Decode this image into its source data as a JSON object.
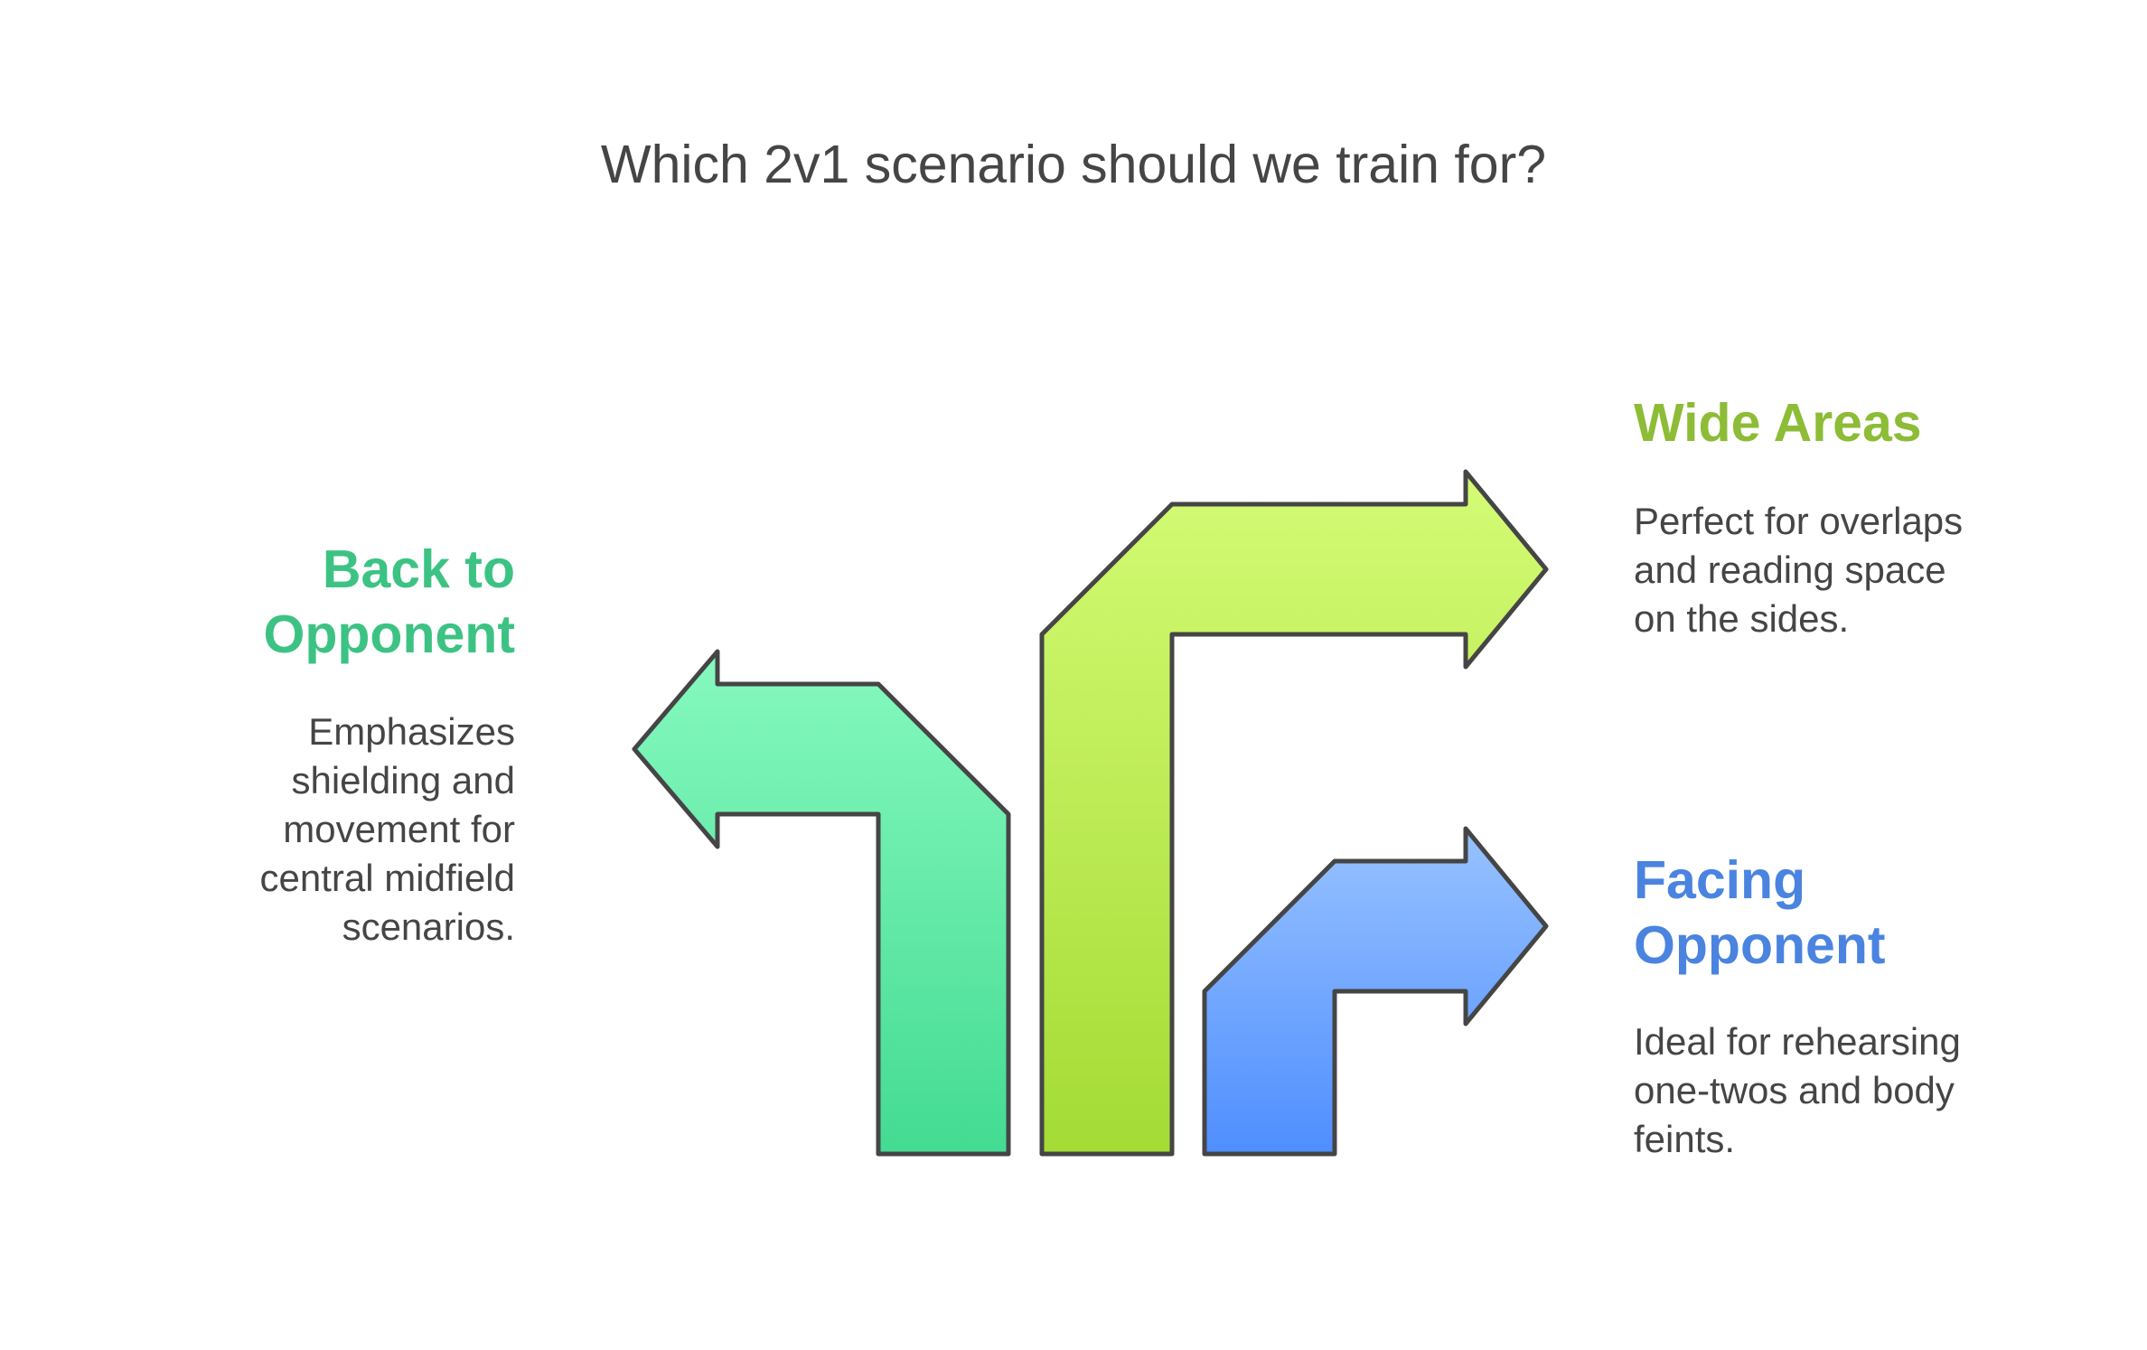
{
  "title": "Which 2v1 scenario should we train for?",
  "options": {
    "back_to_opponent": {
      "heading": "Back to\nOpponent",
      "description": "Emphasizes\nshielding and\nmovement for\ncentral midfield\nscenarios.",
      "color": "#3cc383"
    },
    "wide_areas": {
      "heading": "Wide Areas",
      "description": "Perfect for overlaps\nand reading space\non the sides.",
      "color": "#8dbc36"
    },
    "facing_opponent": {
      "heading": "Facing\nOpponent",
      "description": "Ideal for rehearsing\none-twos and body\nfeints.",
      "color": "#4a84e0"
    }
  }
}
